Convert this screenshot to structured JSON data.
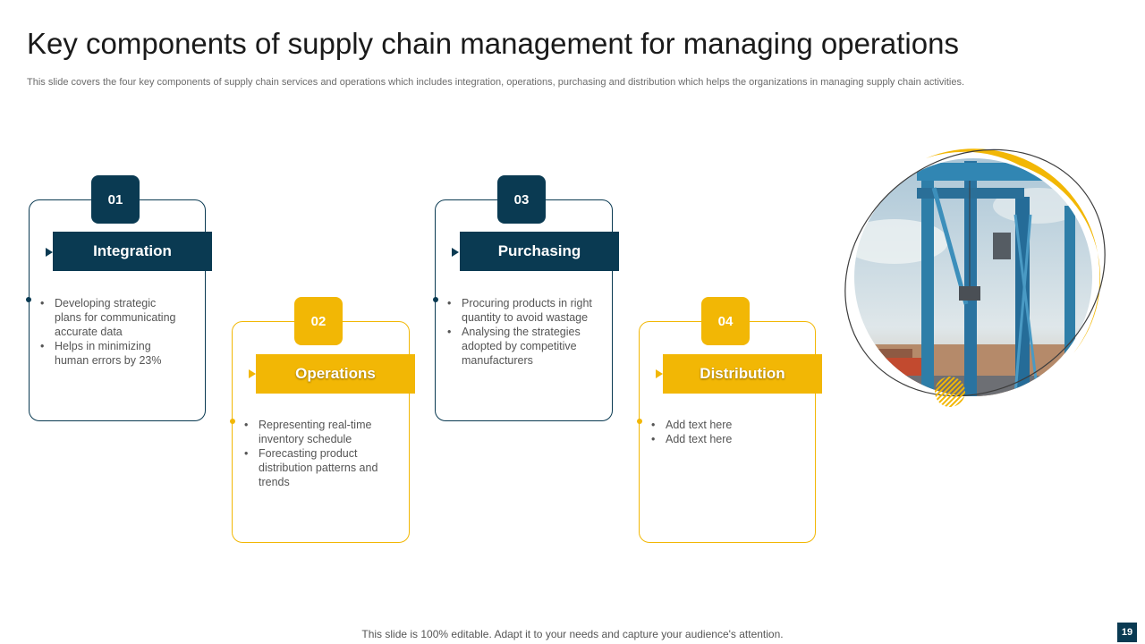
{
  "slide": {
    "title": "Key components of supply chain management for managing operations",
    "subtitle": "This slide covers the four key components of supply chain services and operations which includes integration, operations, purchasing and distribution which helps the organizations in managing supply chain activities.",
    "footer": "This slide is 100% editable. Adapt it to your needs and capture your audience's attention.",
    "page_number": "19"
  },
  "colors": {
    "navy": "#0a3a52",
    "yellow": "#f2b705"
  },
  "components": [
    {
      "number": "01",
      "title": "Integration",
      "color": "navy",
      "bullets": [
        "Developing  strategic plans for communicating accurate data",
        "Helps  in  minimizing human  errors   by 23%"
      ]
    },
    {
      "number": "02",
      "title": "Operations",
      "color": "yellow",
      "bullets": [
        "Representing  real-time inventory  schedule",
        "Forecasting  product distribution patterns and trends"
      ]
    },
    {
      "number": "03",
      "title": "Purchasing",
      "color": "navy",
      "bullets": [
        "Procuring products in right quantity to avoid  wastage",
        "Analysing the strategies adopted  by competitive manufacturers"
      ]
    },
    {
      "number": "04",
      "title": "Distribution",
      "color": "yellow",
      "bullets": [
        "Add text here",
        "Add text here"
      ]
    }
  ],
  "image": {
    "subject": "port-crane-photo"
  }
}
